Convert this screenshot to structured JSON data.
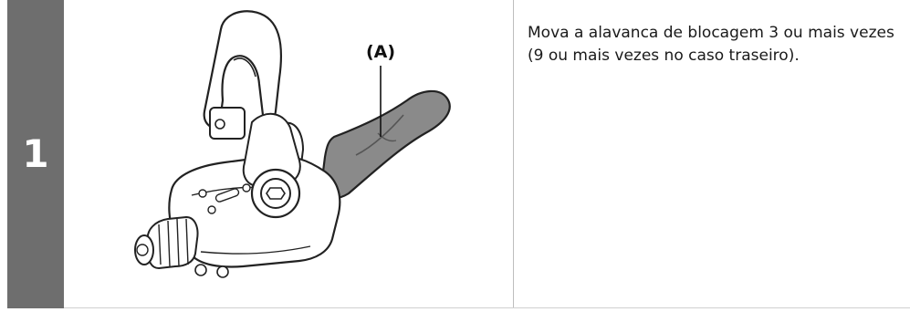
{
  "step": {
    "number": "1",
    "callout_label": "(A)",
    "instruction": "Mova a alavanca de blocagem 3 ou mais vezes (9 ou mais vezes no caso traseiro)."
  },
  "illustration": {
    "subject": "shift-lever-assembly",
    "lever_color": "#8a8a8a",
    "outline_color": "#222222"
  }
}
